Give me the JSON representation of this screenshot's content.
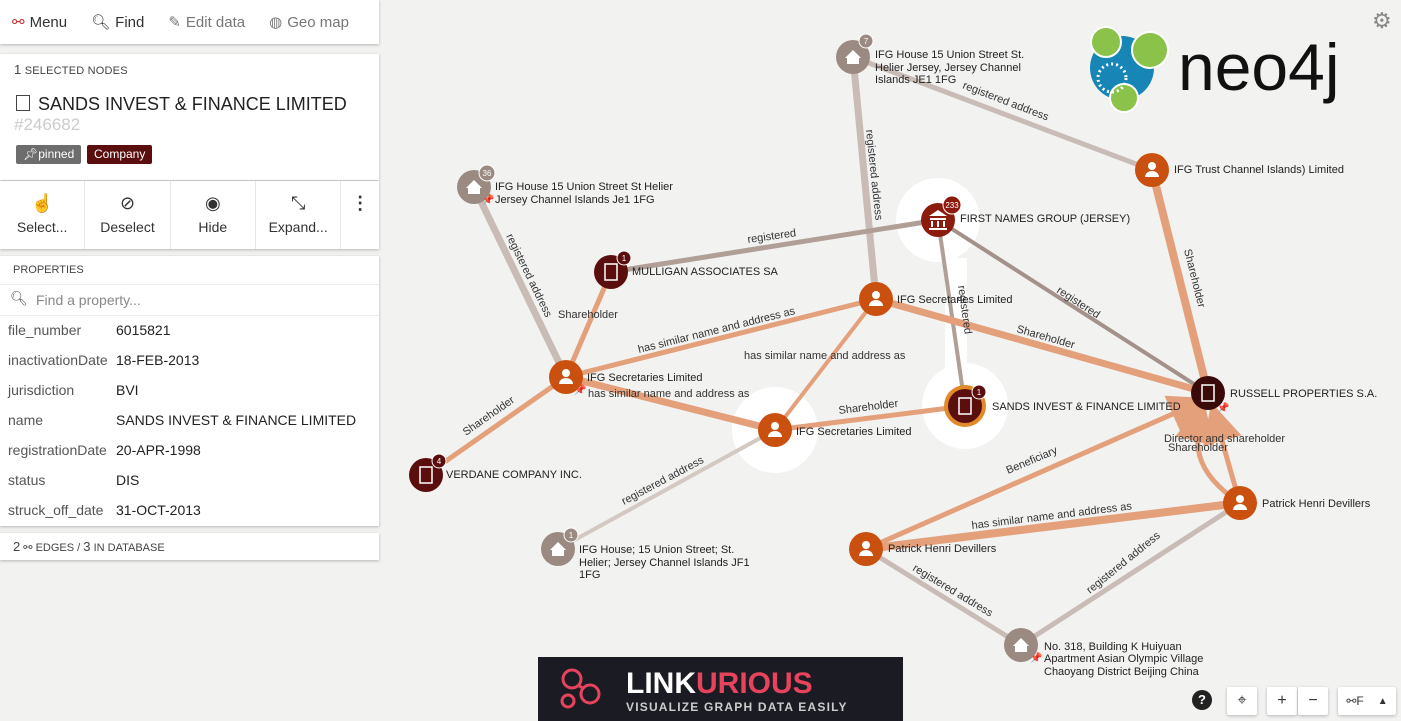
{
  "toolbar": {
    "menu_label": "Menu",
    "find_label": "Find",
    "edit_label": "Edit data",
    "geo_label": "Geo map"
  },
  "selection": {
    "count": "1",
    "count_suffix": "SELECTED NODES",
    "title": "SANDS INVEST & FINANCE LIMITED",
    "id": "#246682",
    "badges": [
      {
        "label": "pinned",
        "color": "#6d6d6d"
      },
      {
        "label": "Company",
        "color": "#5a0e0e"
      }
    ]
  },
  "actions": [
    {
      "label": "Select...",
      "icon": "hand-pointer-icon"
    },
    {
      "label": "Deselect",
      "icon": "ban-icon"
    },
    {
      "label": "Hide",
      "icon": "eye-slash-icon"
    },
    {
      "label": "Expand...",
      "icon": "expand-icon"
    }
  ],
  "properties": {
    "header": "PROPERTIES",
    "search_placeholder": "Find a property...",
    "rows": [
      {
        "key": "file_number",
        "value": "6015821"
      },
      {
        "key": "inactivationDate",
        "value": "18-FEB-2013"
      },
      {
        "key": "jurisdiction",
        "value": "BVI"
      },
      {
        "key": "name",
        "value": "SANDS INVEST & FINANCE LIMITED"
      },
      {
        "key": "registrationDate",
        "value": "20-APR-1998"
      },
      {
        "key": "status",
        "value": "DIS"
      },
      {
        "key": "struck_off_date",
        "value": "31-OCT-2013"
      }
    ]
  },
  "edges_summary": {
    "count": "2",
    "middle": "EDGES /",
    "total": "3",
    "suffix": "IN DATABASE"
  },
  "colors": {
    "company": "#5a0e0e",
    "officer": "#c9500e",
    "address": "#9a8a82",
    "entity": "#8c1a0d"
  },
  "brand": {
    "neo4j_text": "neo4j",
    "linkurious_text_a": "LINK",
    "linkurious_text_b": "URIOUS",
    "linkurious_tagline": "VISUALIZE GRAPH DATA EASILY"
  },
  "graph": {
    "nodes": [
      {
        "id": "addr_top",
        "type": "address",
        "label": [
          "IFG House 15 Union Street St.",
          "Helier Jersey, Jersey Channel",
          "Islands JE1 1FG"
        ],
        "badge": "7"
      },
      {
        "id": "addr_left",
        "type": "address",
        "label": [
          "IFG House 15 Union Street St Helier",
          "Jersey Channel Islands Je1 1FG"
        ],
        "badge": "36"
      },
      {
        "id": "addr_bot",
        "type": "address",
        "label": [
          "IFG House; 15 Union Street; St.",
          "Helier; Jersey Channel Islands JF1",
          "1FG"
        ],
        "badge": "1"
      },
      {
        "id": "addr_br",
        "type": "address",
        "label": [
          "No. 318, Building K Huiyuan",
          "Apartment Asian Olympic Village",
          "Chaoyang District Beijing China"
        ],
        "badge": ""
      },
      {
        "id": "first_names",
        "type": "entity",
        "label": [
          "FIRST NAMES GROUP (JERSEY)"
        ],
        "badge": "233"
      },
      {
        "id": "mulligan",
        "type": "company",
        "label": [
          "MULLIGAN ASSOCIATES SA"
        ],
        "badge": "1"
      },
      {
        "id": "verdane",
        "type": "company",
        "label": [
          "VERDANE COMPANY INC."
        ],
        "badge": "4"
      },
      {
        "id": "russell",
        "type": "company",
        "label": [
          "RUSSELL PROPERTIES S.A."
        ],
        "badge": ""
      },
      {
        "id": "sands",
        "type": "company",
        "label": [
          "SANDS INVEST & FINANCE LIMITED"
        ],
        "badge": "1"
      },
      {
        "id": "ifg_trust",
        "type": "officer",
        "label": [
          "IFG Trust Channel Islands) Limited"
        ],
        "badge": ""
      },
      {
        "id": "ifg_sec_a",
        "type": "officer",
        "label": [
          "IFG Secretaries Limited"
        ],
        "badge": ""
      },
      {
        "id": "ifg_sec_b",
        "type": "officer",
        "label": [
          "IFG Secretaries Limited"
        ],
        "badge": ""
      },
      {
        "id": "ifg_sec_c",
        "type": "officer",
        "label": [
          "IFG Secretaries Limited"
        ],
        "badge": ""
      },
      {
        "id": "patrick_a",
        "type": "officer",
        "label": [
          "Patrick Henri Devillers"
        ],
        "badge": ""
      },
      {
        "id": "patrick_b",
        "type": "officer",
        "label": [
          "Patrick Henri Devillers"
        ],
        "badge": ""
      }
    ],
    "edges": [
      {
        "from": "addr_top",
        "to": "ifg_trust",
        "label": "registered address"
      },
      {
        "from": "addr_top",
        "to": "ifg_sec_a",
        "label": "registered address"
      },
      {
        "from": "addr_left",
        "to": "ifg_sec_b",
        "label": "registered address"
      },
      {
        "from": "ifg_sec_b",
        "to": "mulligan",
        "label": "Shareholder"
      },
      {
        "from": "ifg_sec_b",
        "to": "verdane",
        "label": "Shareholder"
      },
      {
        "from": "ifg_sec_b",
        "to": "ifg_sec_a",
        "label": "has similar name and address as"
      },
      {
        "from": "ifg_sec_b",
        "to": "ifg_sec_c",
        "label": "has similar name and address as"
      },
      {
        "from": "ifg_sec_a",
        "to": "ifg_sec_c",
        "label": "has similar name and address as"
      },
      {
        "from": "mulligan",
        "to": "first_names",
        "label": "registered"
      },
      {
        "from": "first_names",
        "to": "sands",
        "label": "registered"
      },
      {
        "from": "first_names",
        "to": "russell",
        "label": "registered"
      },
      {
        "from": "ifg_sec_a",
        "to": "russell",
        "label": "Shareholder"
      },
      {
        "from": "ifg_sec_c",
        "to": "sands",
        "label": "Shareholder"
      },
      {
        "from": "ifg_trust",
        "to": "russell",
        "label": "Shareholder"
      },
      {
        "from": "addr_bot",
        "to": "ifg_sec_c",
        "label": "registered address"
      },
      {
        "from": "patrick_a",
        "to": "russell",
        "label": "Beneficiary"
      },
      {
        "from": "patrick_a",
        "to": "patrick_b",
        "label": "has similar name and address as"
      },
      {
        "from": "patrick_b",
        "to": "russell",
        "label": "Director and shareholder"
      },
      {
        "from": "patrick_b",
        "to": "russell",
        "label": "Shareholder"
      },
      {
        "from": "addr_br",
        "to": "patrick_a",
        "label": "registered address"
      },
      {
        "from": "addr_br",
        "to": "patrick_b",
        "label": "registered address"
      }
    ]
  },
  "controls": {
    "help": "?",
    "zoom_in": "+",
    "zoom_out": "−",
    "layout_label": "F"
  }
}
